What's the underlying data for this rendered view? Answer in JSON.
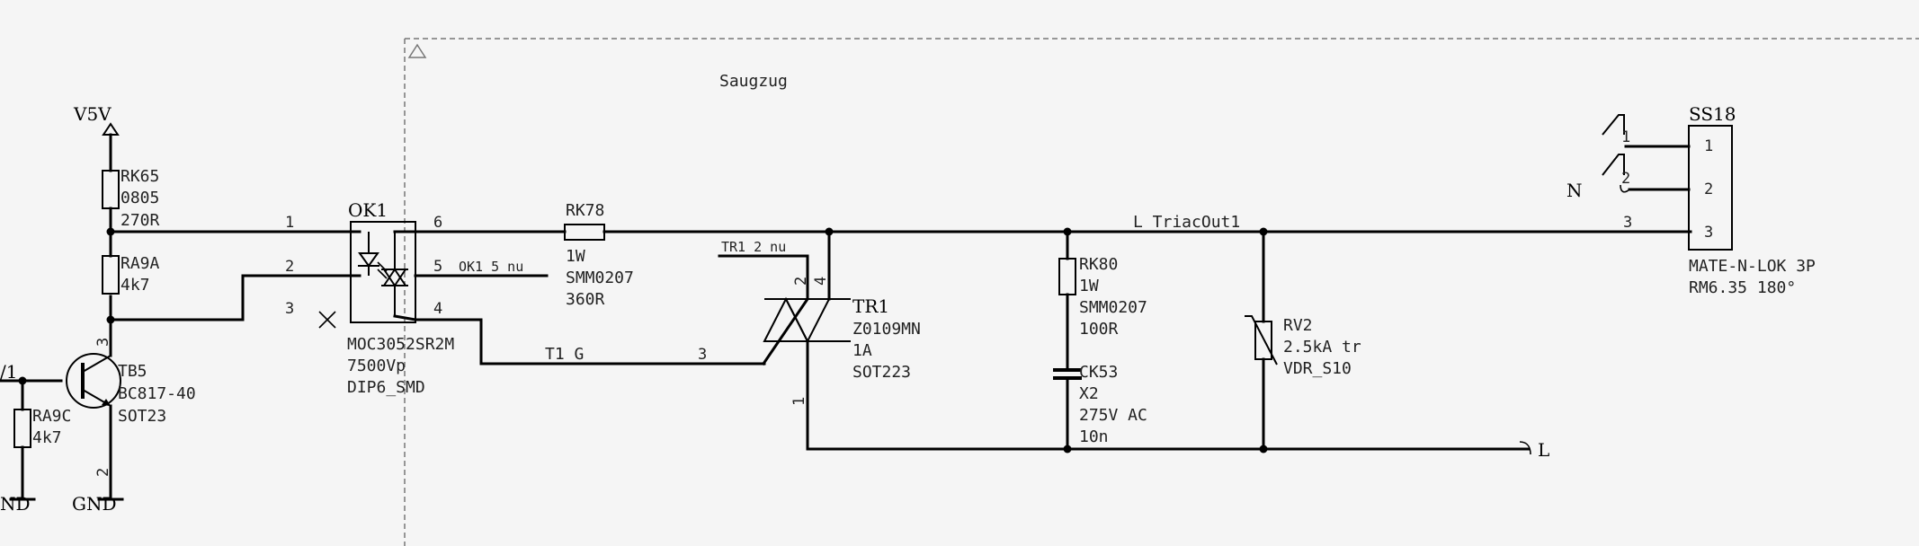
{
  "sheet": {
    "title": "Saugzug"
  },
  "power": {
    "v5v": "V5V",
    "gnd_right": "GND",
    "gnd_left": "ND",
    "net_left": "/1"
  },
  "parts": {
    "rk65": {
      "ref": "RK65",
      "pkg": "0805",
      "value": "270R"
    },
    "ra9a": {
      "ref": "RA9A",
      "value": "4k7"
    },
    "ra9c": {
      "ref": "RA9C",
      "value": "4k7"
    },
    "tb5": {
      "ref": "TB5",
      "value": "BC817-40",
      "pkg": "SOT23"
    },
    "ok1": {
      "ref": "OK1",
      "value": "MOC3052SR2M",
      "rating": "7500Vp",
      "pkg": "DIP6_SMD"
    },
    "rk78": {
      "ref": "RK78",
      "power": "1W",
      "pkg": "SMM0207",
      "value": "360R"
    },
    "tr1": {
      "ref": "TR1",
      "value": "Z0109MN",
      "current": "1A",
      "pkg": "SOT223"
    },
    "rk80": {
      "ref": "RK80",
      "power": "1W",
      "pkg": "SMM0207",
      "value": "100R"
    },
    "ck53": {
      "ref": "CK53",
      "class": "X2",
      "voltage": "275V AC",
      "value": "10n"
    },
    "rv2": {
      "ref": "RV2",
      "value": "2.5kA tr",
      "pkg": "VDR_S10"
    },
    "ss18": {
      "ref": "SS18",
      "value": "MATE-N-LOK 3P",
      "pkg": "RM6.35 180°"
    }
  },
  "nets": {
    "l_triacout1": "L TriacOut1",
    "ok1_5_nu": "OK1 5 nu",
    "tr1_2_nu": "TR1 2 nu",
    "t1_g": "T1 G",
    "l": "L",
    "n": "N"
  },
  "pins": {
    "ok1": [
      "1",
      "2",
      "3",
      "4",
      "5",
      "6"
    ],
    "tr1": [
      "1",
      "2",
      "3",
      "4"
    ],
    "tb5": [
      "3",
      "2"
    ],
    "ss18": [
      "1",
      "2",
      "3"
    ],
    "ss18_wire": [
      "1",
      "2",
      "3"
    ]
  }
}
